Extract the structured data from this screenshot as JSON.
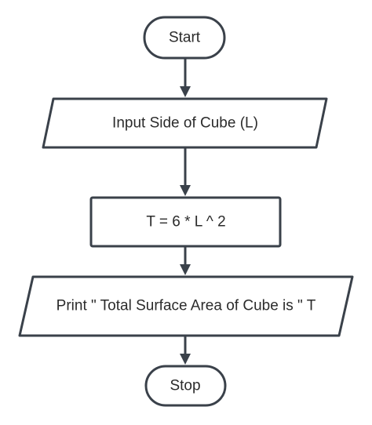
{
  "diagram": {
    "type": "flowchart",
    "nodes": [
      {
        "id": "start",
        "shape": "terminator",
        "label": "Start"
      },
      {
        "id": "input",
        "shape": "parallelogram",
        "label": "Input Side of Cube (L)"
      },
      {
        "id": "process",
        "shape": "rectangle",
        "label": "T = 6 * L ^ 2"
      },
      {
        "id": "output",
        "shape": "parallelogram",
        "label": "Print \" Total Surface Area of Cube is \" T"
      },
      {
        "id": "stop",
        "shape": "terminator",
        "label": "Stop"
      }
    ],
    "edges": [
      {
        "from": "start",
        "to": "input"
      },
      {
        "from": "input",
        "to": "process"
      },
      {
        "from": "process",
        "to": "output"
      },
      {
        "from": "output",
        "to": "stop"
      }
    ],
    "colors": {
      "stroke": "#3a414a",
      "fill": "#ffffff",
      "text": "#2b2b2b"
    }
  }
}
